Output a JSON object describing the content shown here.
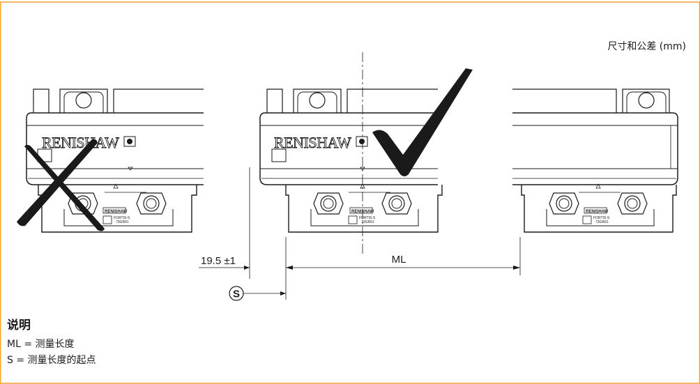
{
  "header": {
    "units_note": "尺寸和公差 (mm)"
  },
  "diagram": {
    "brand_label": "RENISHAW",
    "product_label": "FORTIS-S",
    "part_code": "73GR91",
    "offset_dimension": "19.5 ±1",
    "measuring_length_label": "ML",
    "start_marker": "S",
    "wrong_mark": "✕",
    "correct_mark": "✓"
  },
  "legend": {
    "title": "说明",
    "items": [
      "ML = 测量长度",
      "S = 测量长度的起点"
    ]
  },
  "colors": {
    "frame": "#f0a030",
    "ink": "#1a1a1a"
  }
}
